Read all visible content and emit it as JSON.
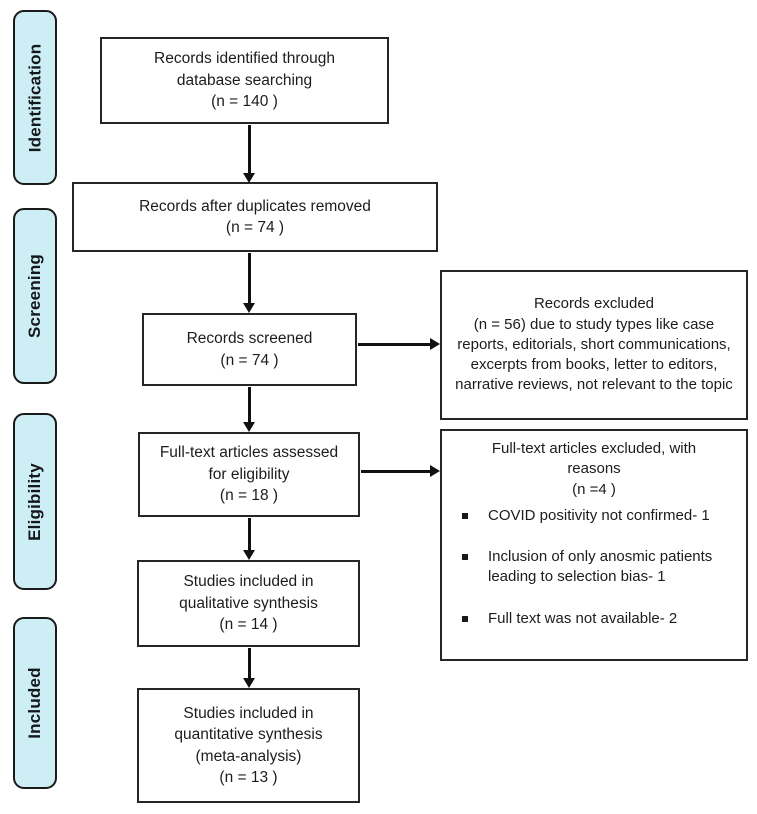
{
  "stages": [
    {
      "label": "Identification"
    },
    {
      "label": "Screening"
    },
    {
      "label": "Eligibility"
    },
    {
      "label": "Included"
    }
  ],
  "flow_boxes": [
    {
      "name": "records-identified",
      "text": "Records identified through\ndatabase searching\n(n = 140 )"
    },
    {
      "name": "records-after-duplicates",
      "text": "Records after duplicates removed\n(n = 74 )"
    },
    {
      "name": "records-screened",
      "text": "Records screened\n(n = 74 )"
    },
    {
      "name": "fulltext-assessed",
      "text": "Full-text articles assessed\nfor eligibility\n(n = 18 )"
    },
    {
      "name": "qualitative-synthesis",
      "text": "Studies included in\nqualitative synthesis\n(n = 14  )"
    },
    {
      "name": "quantitative-synthesis",
      "text": "Studies included in\nquantitative synthesis\n(meta-analysis)\n(n = 13 )"
    }
  ],
  "exclusion_boxes": [
    {
      "name": "records-excluded",
      "text": "Records excluded\n(n = 56) due to study types like case reports, editorials, short communications, excerpts from books, letter to editors, narrative reviews, not relevant to the topic"
    },
    {
      "name": "fulltext-excluded",
      "header": "Full-text articles excluded, with\nreasons\n(n =4 )",
      "items": [
        "COVID positivity not confirmed- 1",
        "Inclusion of only anosmic patients leading to selection bias- 1",
        "Full text was not available- 2"
      ]
    }
  ],
  "colors": {
    "stage_fill": "#cdeef5",
    "box_border": "#262626",
    "arrow": "#111111",
    "text": "#1c1c1c",
    "background": "#ffffff"
  }
}
